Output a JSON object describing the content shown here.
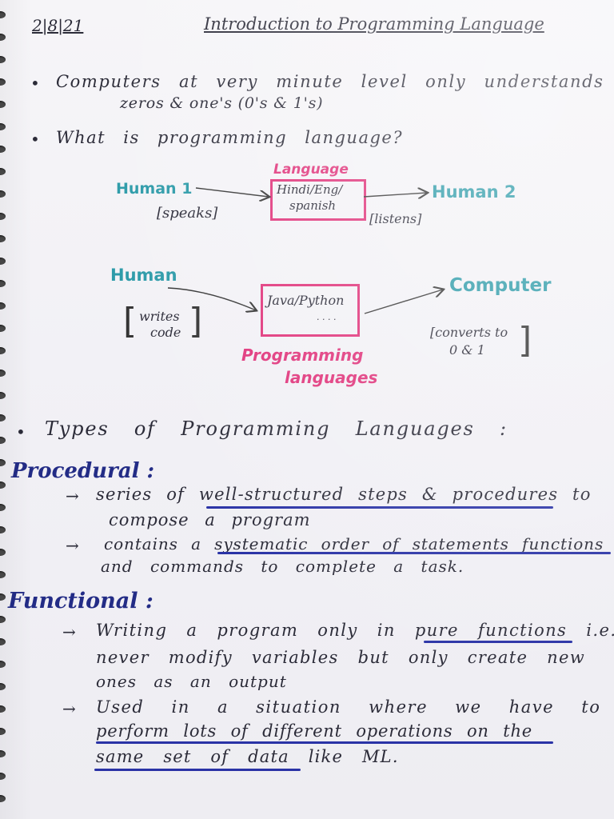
{
  "page": {
    "date": "2|8|21",
    "title": "Introduction to Programming Language"
  },
  "intro": {
    "bullet1_line1": "Computers at very minute level only understands",
    "bullet1_line2": "zeros & one's (0's & 1's)",
    "bullet2": "What is programming language?"
  },
  "diagram1": {
    "box_label": "Language",
    "box_text_line1": "Hindi/Eng/",
    "box_text_line2": "spanish",
    "left_node": "Human 1",
    "left_note": "[speaks]",
    "right_node": "Human 2",
    "right_note": "[listens]"
  },
  "diagram2": {
    "left_node": "Human",
    "left_note_line1": "writes",
    "left_note_line2": "code",
    "box_text": "Java/Python",
    "box_dots": ". . . .",
    "right_node": "Computer",
    "right_note_line1": "[converts to",
    "right_note_line2": "0 & 1",
    "caption_line1": "Programming",
    "caption_line2": "languages"
  },
  "types": {
    "heading": "Types of Programming Languages :"
  },
  "procedural": {
    "heading": "Procedural :",
    "p1_line1": "series of well-structured steps & procedures to",
    "p1_line2": "compose a program",
    "p2_line1": "contains a systematic order of statements functions",
    "p2_line2": "and commands to complete a task."
  },
  "functional": {
    "heading": "Functional :",
    "f1_line1": "Writing a program only in pure functions i.e.,",
    "f1_line2": "never modify variables but only create new",
    "f1_line3": "ones as an output",
    "f2_line1": "Used in a situation where we have to",
    "f2_line2": "perform lots of different operations on the",
    "f2_line3": "same set of data like ML."
  },
  "symbols": {
    "bullet": "•",
    "arrow": "→",
    "bracket_open": "[",
    "bracket_close": "]"
  },
  "colors": {
    "heading_ink": "#232c86",
    "diagram_pink": "#e0337a",
    "diagram_teal": "#2b9aa8",
    "underline_blue": "#2a33a6"
  }
}
